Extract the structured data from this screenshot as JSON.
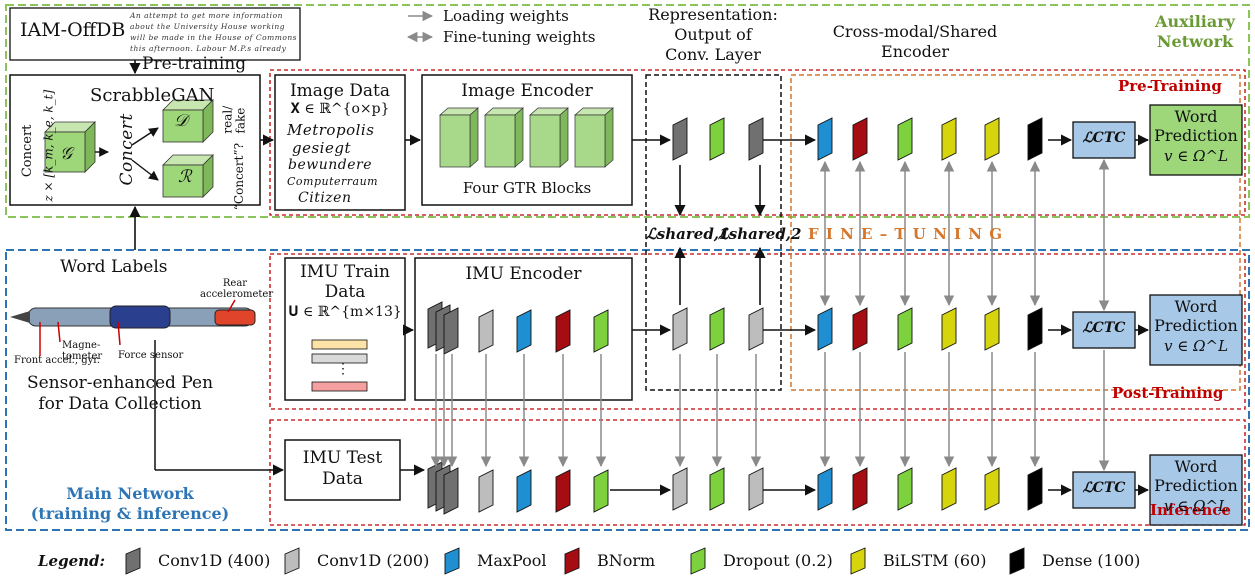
{
  "dataset": "IAM-OffDB",
  "handwriting_sample": "An attempt to get more information about the University House working will be made in the House of Commons this afternoon. Labour M.P.s already",
  "legend_arrows": {
    "loading": "Loading weights",
    "finetuning": "Fine-tuning weights"
  },
  "representation": {
    "title": "Representation:",
    "line2": "Output of",
    "line3": "Conv. Layer"
  },
  "shared_encoder": {
    "line1": "Cross-modal/Shared",
    "line2": "Encoder"
  },
  "aux_network": {
    "line1": "Auxiliary",
    "line2": "Network"
  },
  "pretraining_label": "Pre-training",
  "stage_labels": {
    "pre": "Pre-Training",
    "post": "Post-Training",
    "inference": "Inference"
  },
  "finetuning_text": "F I N E – T U N I N G",
  "scrabblegan": {
    "title": "ScrabbleGAN",
    "concert": "Concert",
    "z_formula": "z × [k_m, k_e, k_t]",
    "generator": "𝒢",
    "discriminator": "𝒟",
    "recognizer": "ℛ",
    "gen_word": "Concert",
    "real_fake": "real/ fake",
    "concert_q": "“Concert”?"
  },
  "image_data": {
    "title": "Image Data",
    "formula": "𝐗 ∈ ℝ^{o×p}",
    "words": [
      "Metropolis",
      "gesiegt",
      "bewundere",
      "Computerraum",
      "Citizen"
    ]
  },
  "image_encoder": {
    "title": "Image Encoder",
    "subtitle": "Four GTR Blocks"
  },
  "loss_shared": [
    "ℒshared,1",
    "ℒshared,2"
  ],
  "loss_ctc": "ℒCTC",
  "word_prediction": {
    "line1": "Word",
    "line2": "Prediction",
    "line3": "v ∈ Ω^L"
  },
  "word_labels": "Word Labels",
  "imu_train": {
    "line1": "IMU Train",
    "line2": "Data",
    "formula": "𝐔 ∈ ℝ^{m×13}",
    "dots": "⋮"
  },
  "imu_encoder": "IMU Encoder",
  "imu_test": {
    "line1": "IMU Test",
    "line2": "Data"
  },
  "pen_labels": {
    "rear": "Rear accelerometer",
    "magneto": "Magne- tometer",
    "front": "Front accel., gyr.",
    "force": "Force sensor"
  },
  "pen_caption": {
    "line1": "Sensor-enhanced Pen",
    "line2": "for Data Collection"
  },
  "main_network": {
    "line1": "Main Network",
    "line2": "(training & inference)"
  },
  "legend": {
    "title": "Legend:",
    "items": [
      {
        "label": "Conv1D (400)",
        "color": "#707070"
      },
      {
        "label": "Conv1D (200)",
        "color": "#bdbdbd"
      },
      {
        "label": "MaxPool",
        "color": "#1f8fd1"
      },
      {
        "label": "BNorm",
        "color": "#a50d12"
      },
      {
        "label": "Dropout (0.2)",
        "color": "#7dd13d"
      },
      {
        "label": "BiLSTM (60)",
        "color": "#d6d40d"
      },
      {
        "label": "Dense (100)",
        "color": "#000000"
      }
    ]
  },
  "colors": {
    "aux_border": "#8bc45a",
    "main_border": "#2e75b6",
    "red_border": "#c00000",
    "orange_border": "#d4762b",
    "aux_text": "#6a9a34",
    "main_text": "#2e75b6",
    "ctc_fill": "#a8c8e8",
    "gen_green": "#9ed67a"
  }
}
